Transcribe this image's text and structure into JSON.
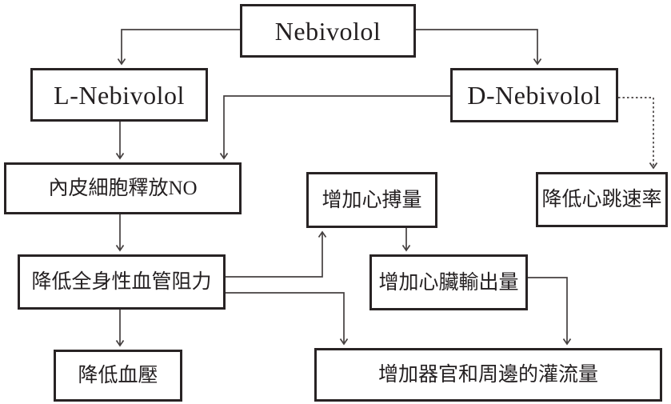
{
  "diagram": {
    "type": "flowchart",
    "topic": "Nebivolol mechanism of action",
    "nodes": {
      "nebivolol": {
        "label": "Nebivolol"
      },
      "l_nebivolol": {
        "label": "L-Nebivolol"
      },
      "d_nebivolol": {
        "label": "D-Nebivolol"
      },
      "no_release": {
        "label": "內皮細胞釋放NO"
      },
      "stroke_volume": {
        "label": "增加心搏量"
      },
      "heart_rate": {
        "label": "降低心跳速率"
      },
      "svr": {
        "label": "降低全身性血管阻力"
      },
      "cardiac_output": {
        "label": "增加心臟輸出量"
      },
      "bp": {
        "label": "降低血壓"
      },
      "perfusion": {
        "label": "增加器官和周邊的灌流量"
      }
    },
    "edges": [
      {
        "from": "nebivolol",
        "to": "l_nebivolol",
        "style": "solid"
      },
      {
        "from": "nebivolol",
        "to": "d_nebivolol",
        "style": "solid"
      },
      {
        "from": "l_nebivolol",
        "to": "no_release",
        "style": "solid"
      },
      {
        "from": "d_nebivolol",
        "to": "no_release",
        "style": "solid"
      },
      {
        "from": "d_nebivolol",
        "to": "heart_rate",
        "style": "dashed"
      },
      {
        "from": "no_release",
        "to": "svr",
        "style": "solid"
      },
      {
        "from": "svr",
        "to": "bp",
        "style": "solid"
      },
      {
        "from": "svr",
        "to": "stroke_volume",
        "style": "solid"
      },
      {
        "from": "svr",
        "to": "perfusion",
        "style": "solid"
      },
      {
        "from": "stroke_volume",
        "to": "cardiac_output",
        "style": "solid"
      },
      {
        "from": "cardiac_output",
        "to": "perfusion",
        "style": "solid"
      }
    ],
    "colors": {
      "background": "#ffffff",
      "box_border": "#282324",
      "line": "#454040",
      "text": "#231f20"
    }
  }
}
